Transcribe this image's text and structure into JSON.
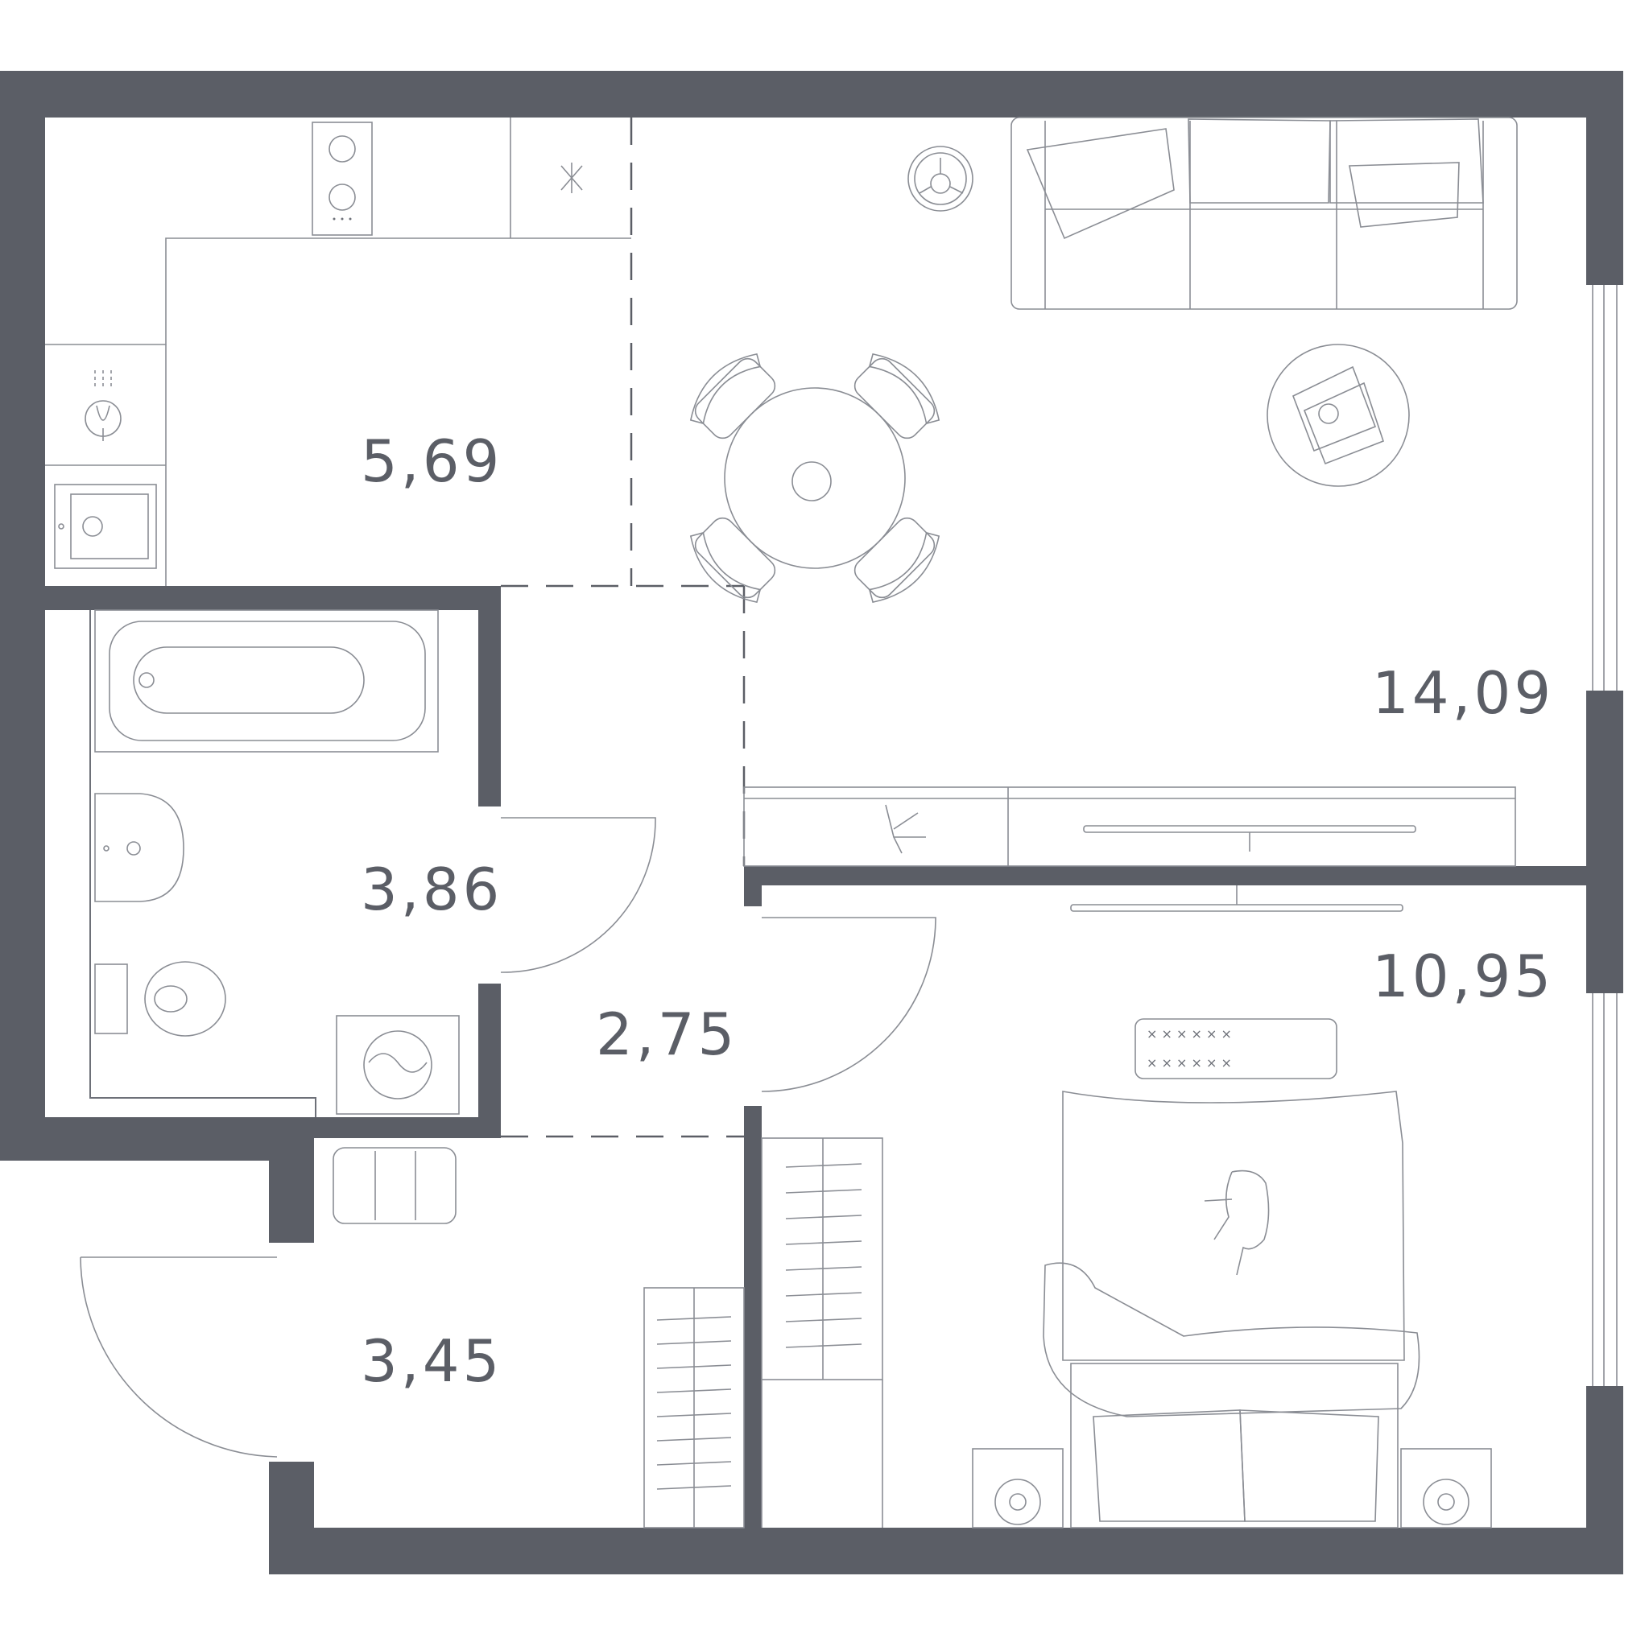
{
  "rooms": [
    {
      "id": "kitchen",
      "area": "5,69"
    },
    {
      "id": "living",
      "area": "14,09"
    },
    {
      "id": "bathroom",
      "area": "3,86"
    },
    {
      "id": "corridor",
      "area": "2,75"
    },
    {
      "id": "bedroom",
      "area": "10,95"
    },
    {
      "id": "hallway",
      "area": "3,45"
    }
  ],
  "colors": {
    "wall": "#5b5e66",
    "line": "#6d7078",
    "background": "#ffffff"
  },
  "icons": [
    "stove-icon",
    "sink-icon",
    "bathtub-icon",
    "washbasin-icon",
    "toilet-icon",
    "washing-machine-icon",
    "dining-table-icon",
    "sofa-icon",
    "coffee-table-icon",
    "tv-icon",
    "bed-icon",
    "cat-icon",
    "wardrobe-icon",
    "bench-icon"
  ]
}
